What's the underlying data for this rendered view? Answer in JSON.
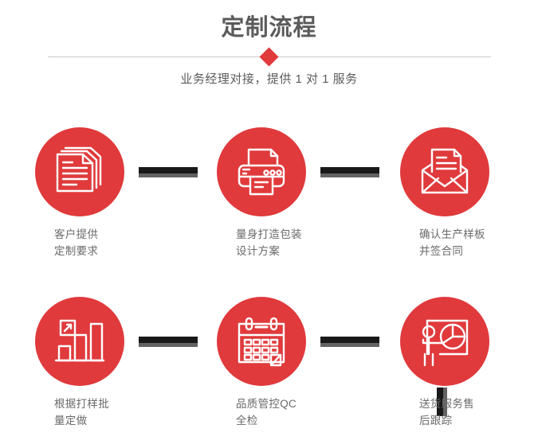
{
  "header": {
    "title": "定制流程",
    "subtitle": "业务经理对接，提供 1 对 1 服务",
    "accent_color": "#e03a3c",
    "title_color": "#5b5b5b",
    "divider_color": "#c9c9c9",
    "diamond_icon": "diamond-icon"
  },
  "flow": {
    "circle_color": "#e03a3c",
    "connector_color": "#191919",
    "connector_shadow_color": "#636363",
    "label_color": "#6a6a6a",
    "steps": [
      {
        "id": "step-1",
        "icon": "documents-icon",
        "label": "客户提供\n定制要求"
      },
      {
        "id": "step-2",
        "icon": "printer-icon",
        "label": "量身打造包装\n设计方案"
      },
      {
        "id": "step-3",
        "icon": "envelope-icon",
        "label": "确认生产样板\n并签合同"
      },
      {
        "id": "step-4",
        "icon": "bar-chart-icon",
        "label": "根据打样批\n量定做"
      },
      {
        "id": "step-5",
        "icon": "calendar-icon",
        "label": "品质管控QC\n全检"
      },
      {
        "id": "step-6",
        "icon": "presentation-pie-chart-icon",
        "label": "送货服务售\n后跟踪"
      }
    ]
  }
}
